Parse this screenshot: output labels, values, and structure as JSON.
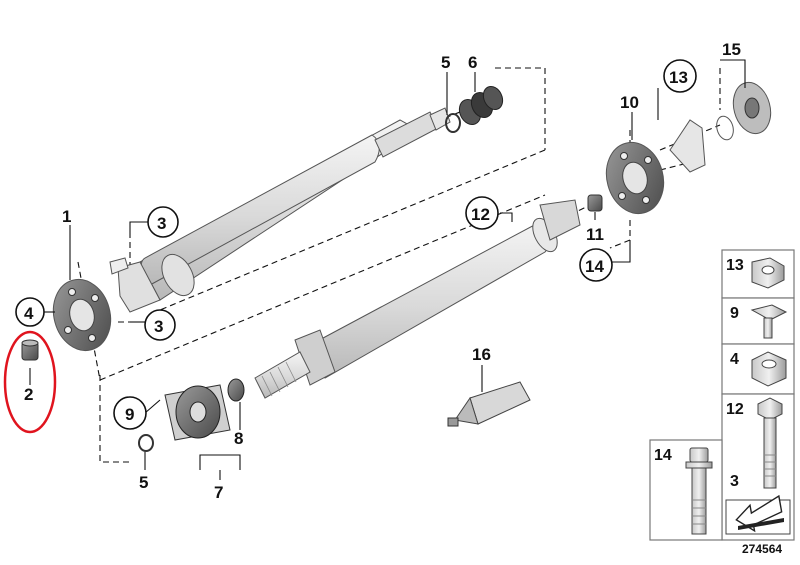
{
  "diagram": {
    "callouts": {
      "c1": "1",
      "c2": "2",
      "c3a": "3",
      "c3b": "3",
      "c4": "4",
      "c5a": "5",
      "c5b": "5",
      "c6": "6",
      "c7": "7",
      "c8": "8",
      "c9": "9",
      "c10": "10",
      "c11": "11",
      "c12": "12",
      "c13": "13",
      "c14": "14",
      "c15": "15",
      "c16": "16"
    },
    "legend": {
      "l13": "13",
      "l9": "9",
      "l4": "4",
      "l12": "12",
      "l3": "3",
      "l14": "14"
    },
    "reference_number": "274564",
    "highlight_color": "#e0141e"
  }
}
